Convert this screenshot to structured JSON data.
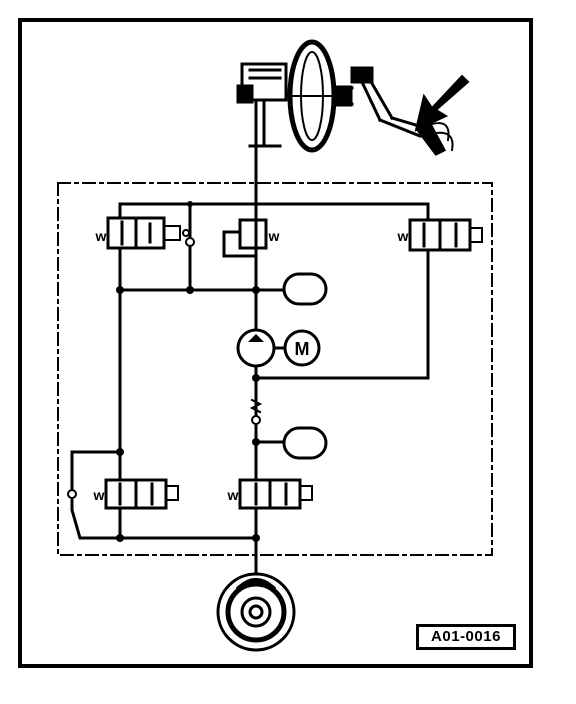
{
  "figure": {
    "reference_label": "A01-0016",
    "motor_symbol": "M",
    "valve_spring_symbol": "w"
  },
  "colors": {
    "ink": "#000000",
    "paper": "#ffffff"
  }
}
